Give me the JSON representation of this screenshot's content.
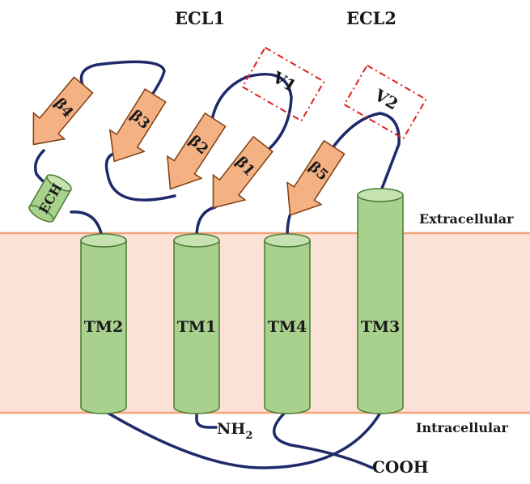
{
  "labels": {
    "ecl1": "ECL1",
    "ecl2": "ECL2",
    "extracellular": "Extracellular",
    "intracellular": "Intracellular",
    "nh2_main": "NH",
    "nh2_sub": "2",
    "cooh": "COOH",
    "v1": "V1",
    "v2": "V2",
    "ech": "ECH"
  },
  "strands": {
    "b1": "β1",
    "b2": "β2",
    "b3": "β3",
    "b4": "β4",
    "b5": "β5"
  },
  "helices": {
    "tm1": "TM1",
    "tm2": "TM2",
    "tm3": "TM3",
    "tm4": "TM4"
  },
  "colors": {
    "membrane": "#fbe1d6",
    "membrane_edge": "#f2a57c",
    "cylinder_fill": "#a9d18e",
    "cylinder_stroke": "#4a7a33",
    "arrow_fill": "#f4b183",
    "arrow_stroke": "#7f3f10",
    "loop": "#1f2a6b",
    "dashed_box": "#e02020"
  }
}
